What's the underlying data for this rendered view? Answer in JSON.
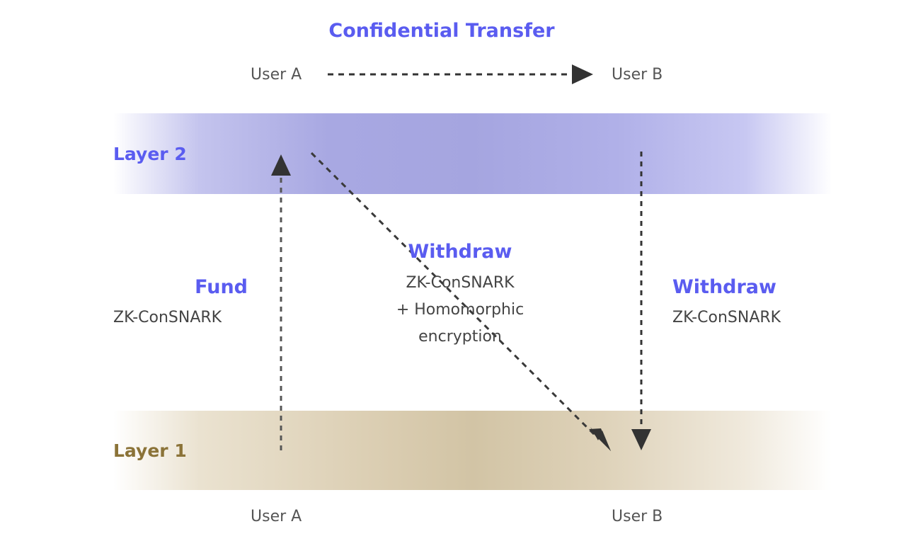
{
  "title": "Confidential Transfer",
  "top_users": {
    "from": "User A",
    "to": "User B"
  },
  "bottom_users": {
    "from": "User A",
    "to": "User B"
  },
  "layers": {
    "layer2": "Layer 2",
    "layer1": "Layer 1"
  },
  "operations": {
    "fund": {
      "title": "Fund",
      "subtitle": "ZK-ConSNARK"
    },
    "cross_withdraw": {
      "title": "Withdraw",
      "lines": [
        "ZK-ConSNARK",
        "+ Homomorphic",
        "encryption"
      ]
    },
    "withdraw": {
      "title": "Withdraw",
      "subtitle": "ZK-ConSNARK"
    }
  },
  "colors": {
    "accent": "#5a5cf0",
    "layer1": "#8b7338",
    "arrow": "#333333"
  }
}
